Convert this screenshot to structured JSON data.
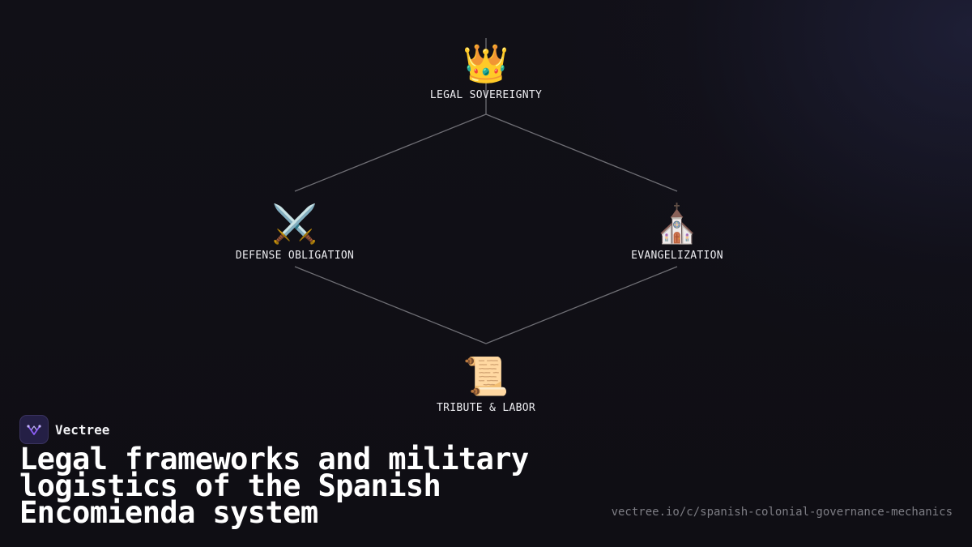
{
  "diagram": {
    "nodes": [
      {
        "id": "sovereignty",
        "icon": "crown-icon",
        "glyph": "👑",
        "label": "LEGAL SOVEREIGNTY"
      },
      {
        "id": "defense",
        "icon": "crossed-swords-icon",
        "glyph": "⚔️",
        "label": "DEFENSE OBLIGATION"
      },
      {
        "id": "evangelization",
        "icon": "church-icon",
        "glyph": "⛪",
        "label": "EVANGELIZATION"
      },
      {
        "id": "tribute",
        "icon": "scroll-icon",
        "glyph": "📜",
        "label": "TRIBUTE & LABOR"
      }
    ],
    "edges": [
      {
        "from": "sovereignty",
        "to": "defense"
      },
      {
        "from": "sovereignty",
        "to": "evangelization"
      },
      {
        "from": "defense",
        "to": "tribute"
      },
      {
        "from": "evangelization",
        "to": "tribute"
      }
    ]
  },
  "brand": {
    "name": "Vectree",
    "logo_icon": "vectree-logo-icon",
    "accent": "#8b5cf6"
  },
  "title": "Legal frameworks and military logistics of the Spanish Encomienda system",
  "url": "vectree.io/c/spanish-colonial-governance-mechanics"
}
